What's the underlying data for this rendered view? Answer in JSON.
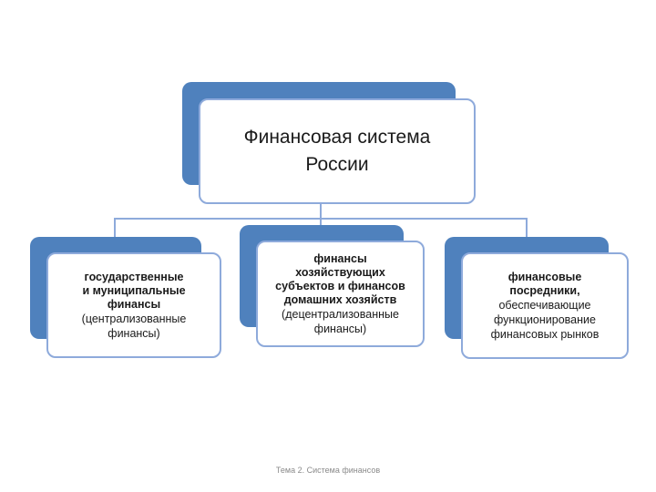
{
  "root": {
    "lines": [
      "Финансовая система",
      "России"
    ]
  },
  "children": [
    {
      "bold_lines": [
        "государственные",
        "и муниципальные",
        "финансы"
      ],
      "regular_lines": [
        "(централизованные",
        "финансы)"
      ]
    },
    {
      "bold_lines": [
        "финансы",
        "хозяйствующих",
        "субъектов и финансов",
        "домашних хозяйств"
      ],
      "regular_lines": [
        "(децентрализованные",
        "финансы)"
      ]
    },
    {
      "bold_lines": [
        "финансовые",
        "посредники,"
      ],
      "regular_lines": [
        "обеспечивающие",
        "функционирование",
        "финансовых рынков"
      ]
    }
  ],
  "footer": "Тема 2. Система финансов",
  "colors": {
    "accent": "#4f81bd",
    "border": "#8eaadb",
    "background": "#ffffff"
  }
}
